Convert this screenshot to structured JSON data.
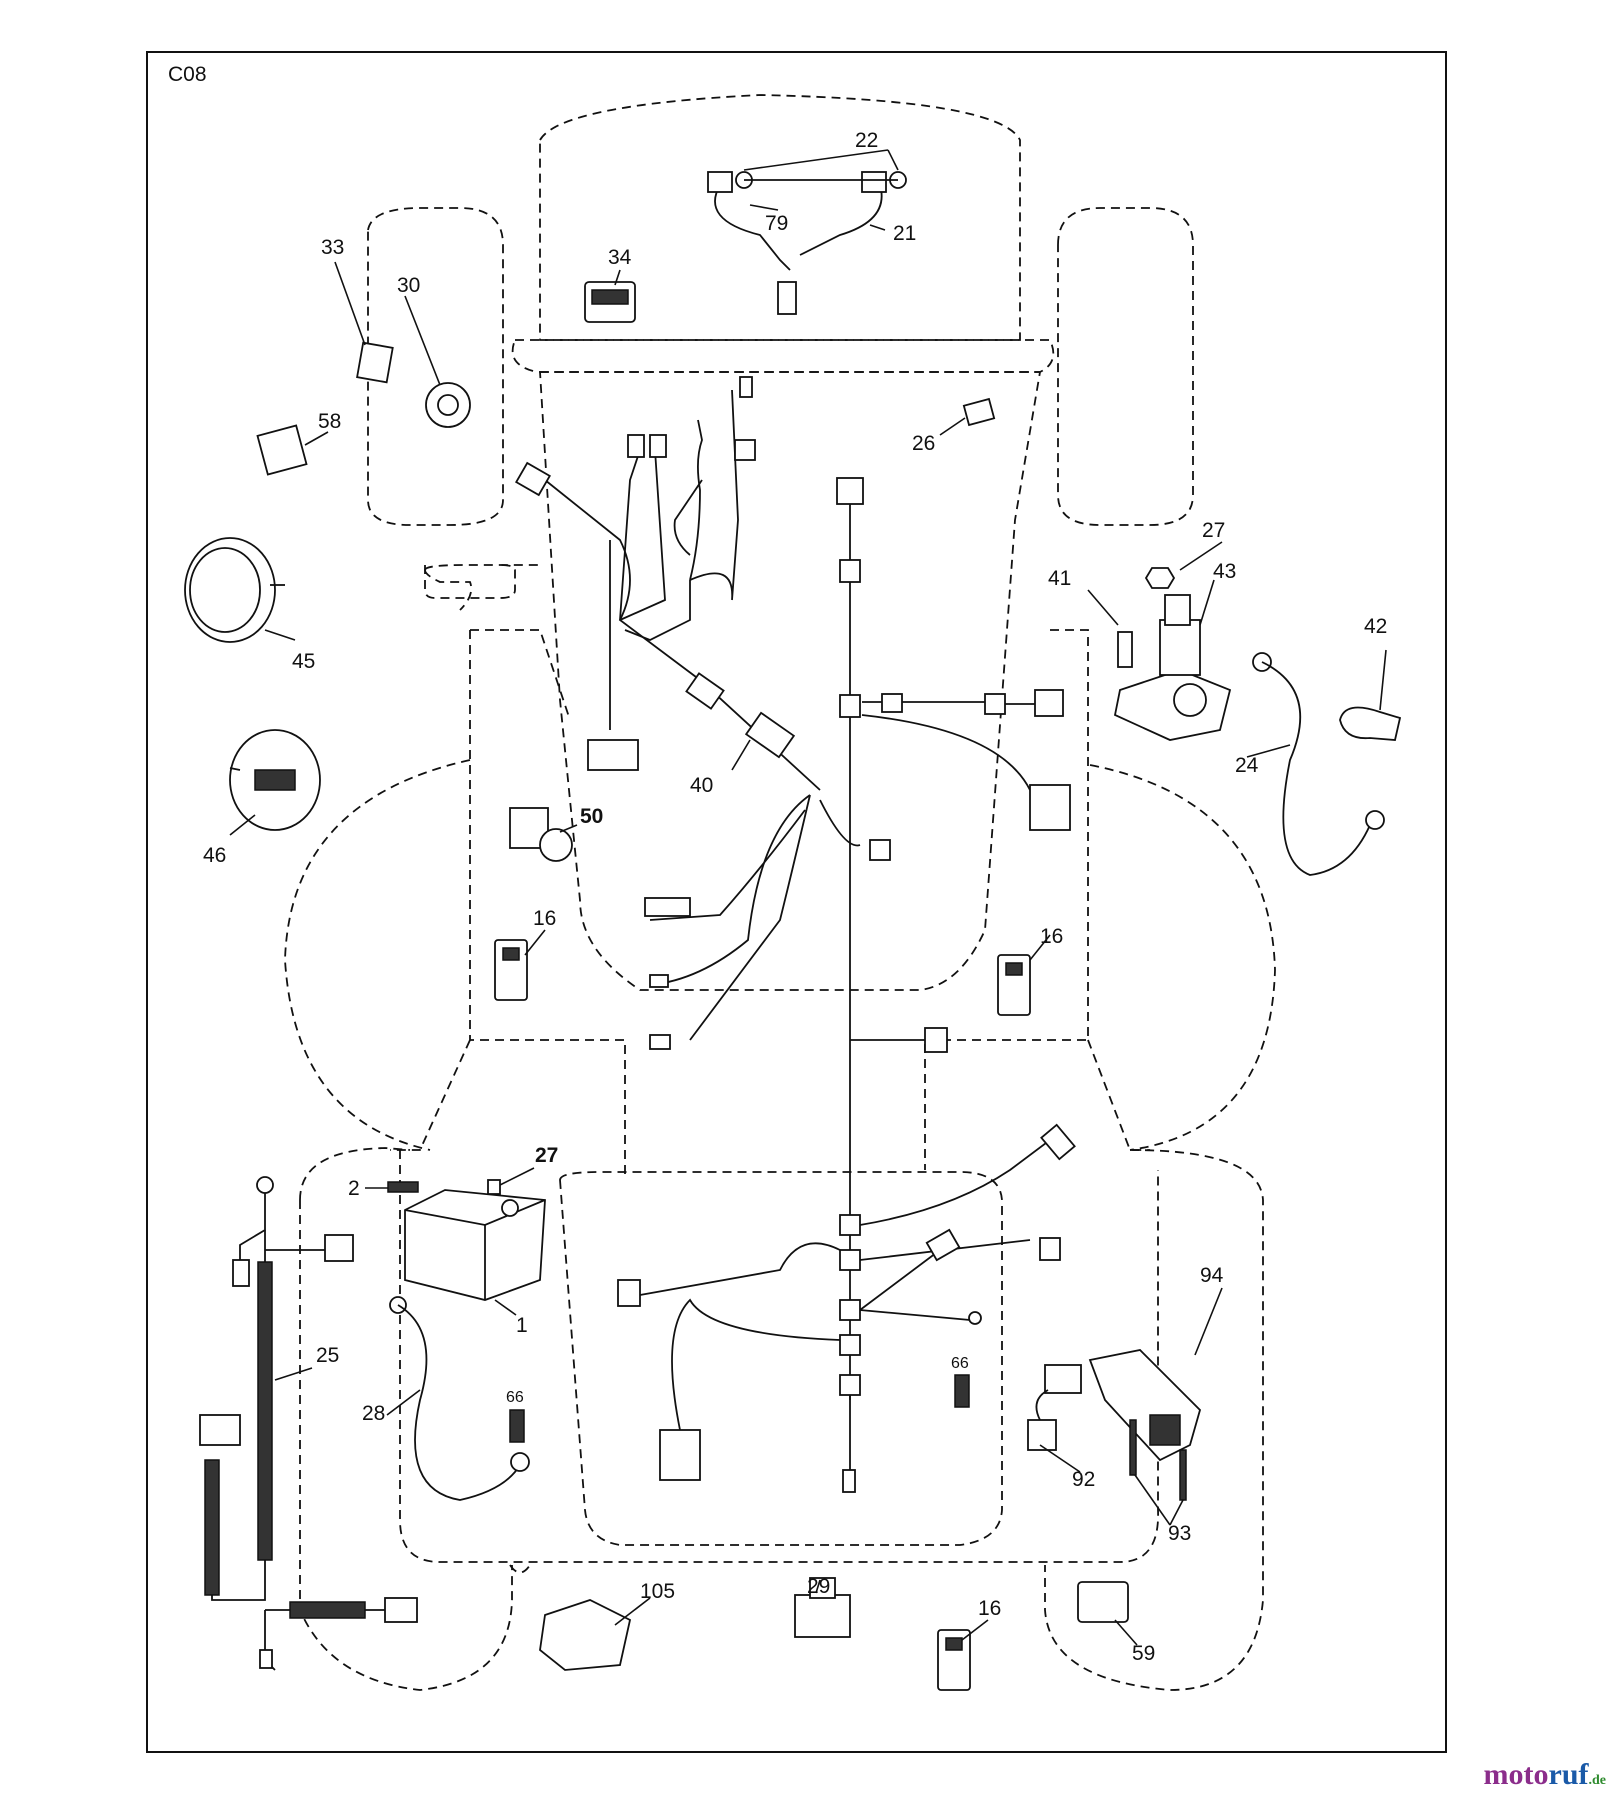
{
  "diagram": {
    "section_code": "C08",
    "callouts": {
      "p1": "1",
      "p2": "2",
      "p16a": "16",
      "p16b": "16",
      "p16c": "16",
      "p21": "21",
      "p22": "22",
      "p24": "24",
      "p25": "25",
      "p26": "26",
      "p27a": "27",
      "p27b": "27",
      "p28": "28",
      "p29": "29",
      "p30": "30",
      "p33": "33",
      "p34": "34",
      "p40": "40",
      "p41": "41",
      "p42": "42",
      "p43": "43",
      "p45": "45",
      "p46": "46",
      "p50": "50",
      "p58": "58",
      "p59": "59",
      "p66a": "66",
      "p66b": "66",
      "p79": "79",
      "p92": "92",
      "p93": "93",
      "p94": "94",
      "p105": "105"
    }
  },
  "watermark": {
    "part_a": "moto",
    "part_b": "ruf",
    "part_c": ".de"
  }
}
